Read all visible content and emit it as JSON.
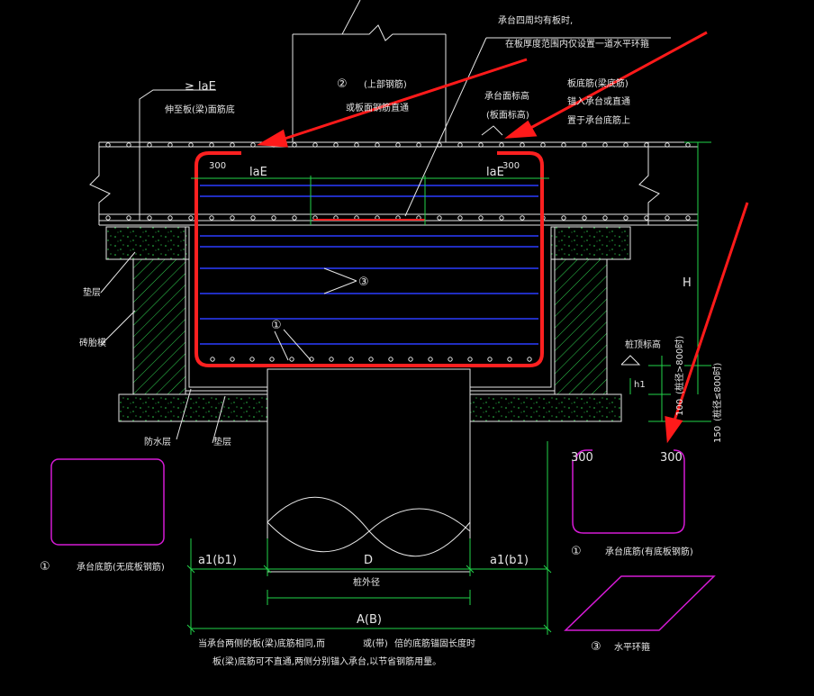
{
  "labels": {
    "top_note_1": "承台四周均有板时,",
    "top_note_2": "在板厚度范围内仅设置一道水平环箍",
    "extend_ge": "≥ laE",
    "extend_note": "伸至板(梁)面筋底",
    "circle_2": "②",
    "top_bar": "(上部钢筋)",
    "top_bar_note": "或板面钢筋直通",
    "cap_top_level_1": "承台面标高",
    "cap_top_level_2": "(板面标高)",
    "slab_bottom_1": "板底筋(梁底筋)",
    "slab_bottom_2": "锚入承台或直通",
    "slab_bottom_3": "置于承台底筋上",
    "dim_300_left": "300",
    "dim_300_right": "300",
    "lae_left": "laE",
    "lae_right": "laE",
    "cushion_left": "垫层",
    "brick_mould": "砖胎模",
    "circle_3": "③",
    "circle_1": "①",
    "dim_h": "H",
    "pile_top_level": "桩顶标高",
    "h1": "h1",
    "dim_100": "100",
    "dim_100_note": "(桩径>800时)",
    "dim_150": "150",
    "dim_150_note": "(桩径≤800时)",
    "waterproof": "防水层",
    "cushion_bottom": "垫层",
    "dim_a1_left": "a1(b1)",
    "dim_d": "D",
    "dim_a1_right": "a1(b1)",
    "pile_diameter": "桩外径",
    "dim_ab": "A(B)",
    "legend1_no_slab_num": "①",
    "legend1_no_slab": "承台底筋(无底板钢筋)",
    "legend1_slab_num": "①",
    "legend1_slab": "承台底筋(有底板钢筋)",
    "legend1_slab_300_left": "300",
    "legend1_slab_300_right": "300",
    "legend3_num": "③",
    "legend3": "水平环箍",
    "bottom_note_1": "当承台两侧的板(梁)底筋相同,而",
    "bottom_note_mid": "或(带)",
    "bottom_note_2": "倍的底筋锚固长度时",
    "bottom_note_3": "板(梁)底筋可不直通,两侧分别锚入承台,以节省钢筋用量。"
  },
  "colors": {
    "background": "#000000",
    "line_white": "#e6e6e6",
    "rebar_red": "#ff2020",
    "rebar_blue": "#2a3cff",
    "dim_green": "#22d44a",
    "legend_magenta": "#d61ad6",
    "arrow_red": "#ff1a1a"
  }
}
